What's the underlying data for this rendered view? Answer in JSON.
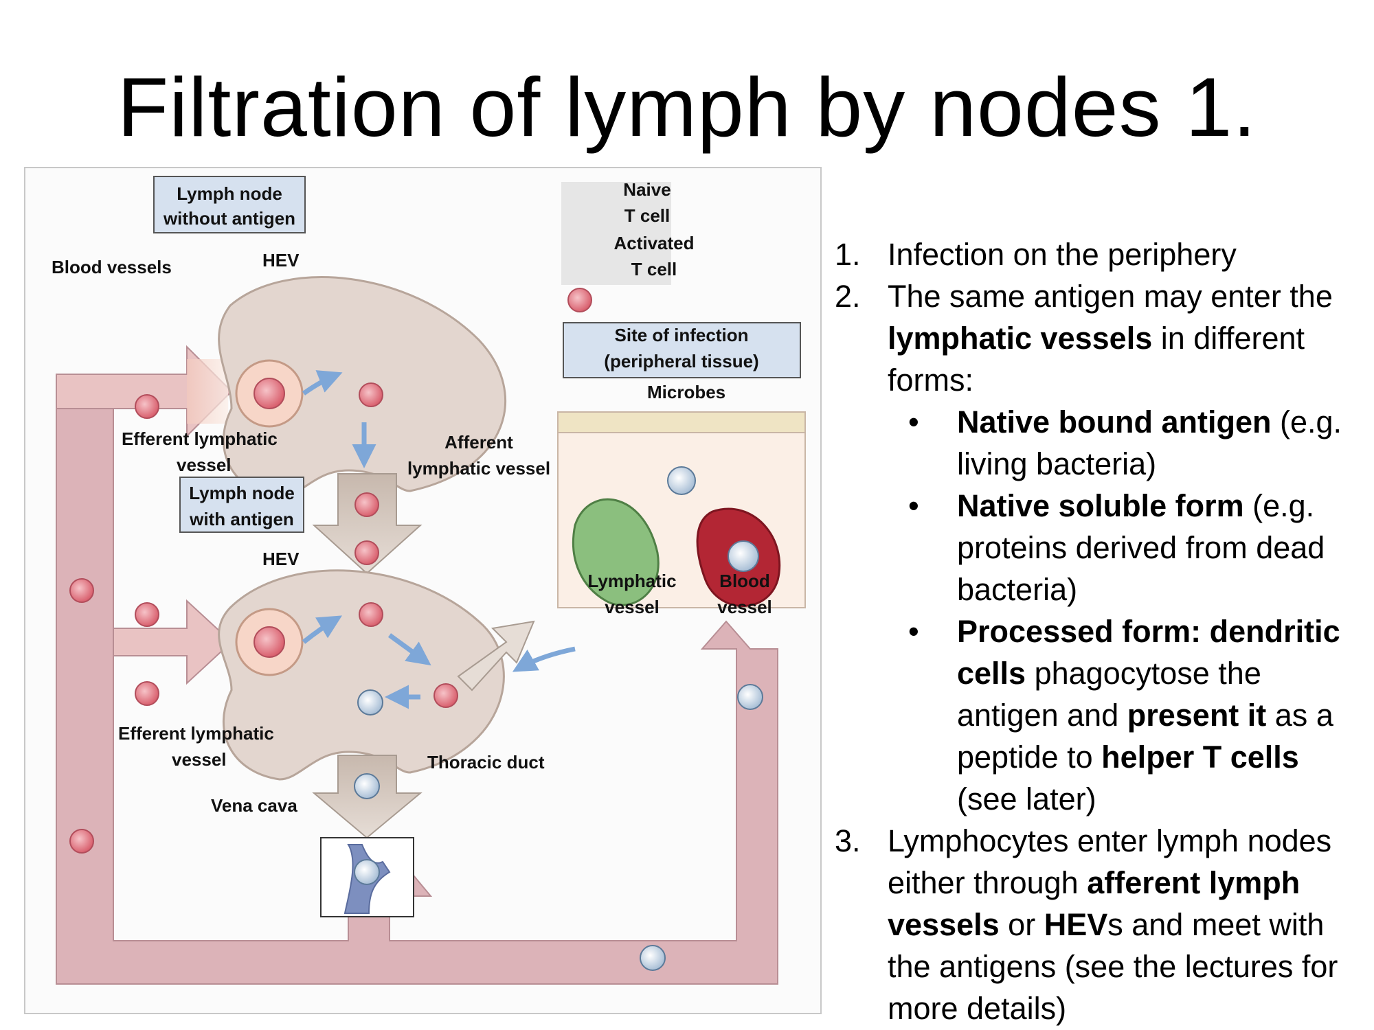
{
  "title": "Filtration of lymph by nodes 1.",
  "diagram": {
    "labels": {
      "node_without_antigen_1": "Lymph node",
      "node_without_antigen_2": "without antigen",
      "legend_naive_1": "Naive",
      "legend_naive_2": "T cell",
      "legend_activated_1": "Activated",
      "legend_activated_2": "T cell",
      "blood_vessels": "Blood vessels",
      "hev_top": "HEV",
      "site_of_infection_1": "Site of infection",
      "site_of_infection_2": "(peripheral tissue)",
      "microbes": "Microbes",
      "efferent_top_1": "Efferent lymphatic",
      "efferent_top_2": "vessel",
      "afferent_1": "Afferent",
      "afferent_2": "lymphatic vessel",
      "node_with_antigen_1": "Lymph node",
      "node_with_antigen_2": "with antigen",
      "hev_bottom": "HEV",
      "lymphatic_vessel_1": "Lymphatic",
      "lymphatic_vessel_2": "vessel",
      "blood_vessel_1": "Blood",
      "blood_vessel_2": "vessel",
      "efferent_bottom_1": "Efferent lymphatic",
      "efferent_bottom_2": "vessel",
      "thoracic_duct": "Thoracic duct",
      "vena_cava": "Vena cava"
    },
    "colors": {
      "vessel_pink": "#dcb3b8",
      "node_beige": "#e3d6cf",
      "label_box": "#d6e1ef",
      "naive_cell": "#e98c96",
      "activated_cell": "#c9d8e8",
      "arrow_blue": "#7ea7d8",
      "blood_red": "#b32634",
      "lymph_green": "#8bbf7e"
    }
  },
  "text": {
    "item1": {
      "num": "1.",
      "text": "Infection on the periphery"
    },
    "item2": {
      "num": "2.",
      "pre": "The same antigen may enter the ",
      "bold": "lymphatic vessels",
      "post": " in different forms:"
    },
    "bullets": [
      {
        "dot": "•",
        "bold": "Native bound antigen",
        "text": " (e.g. living bacteria)"
      },
      {
        "dot": "•",
        "bold": "Native soluble form",
        "text": " (e.g. proteins derived from dead bacteria)"
      },
      {
        "dot": "•",
        "bold1": "Processed form: dendritic cells",
        "text1": " phagocytose the antigen and ",
        "bold2": "present it",
        "text2": " as a peptide to ",
        "bold3": "helper T cells",
        "text3": " (see later)"
      }
    ],
    "item3": {
      "num": "3.",
      "t1": "Lymphocytes enter lymph nodes either through ",
      "b1": "afferent lymph vessels",
      "t2": " or ",
      "b2": "HEV",
      "t3": "s and meet with the antigens (see the lectures for more details)"
    }
  }
}
